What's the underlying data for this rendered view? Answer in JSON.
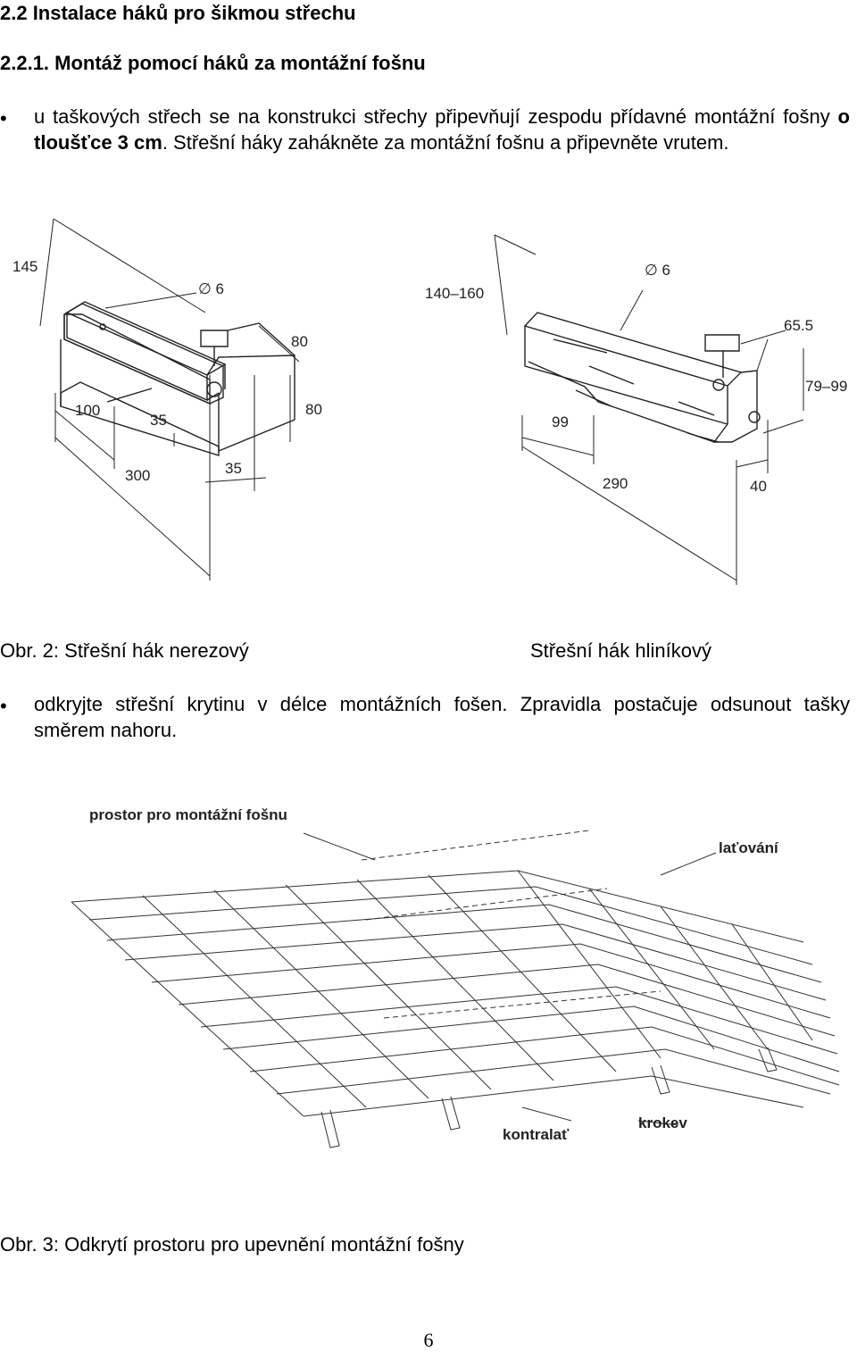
{
  "headings": {
    "section": "2.2 Instalace háků pro šikmou střechu",
    "subsection": "2.2.1. Montáž pomocí háků za montážní fošnu"
  },
  "bullet1": {
    "text_a": "u taškových střech se na konstrukci střechy připevňují zespodu přídavné montážní fošny ",
    "text_bold": "o tloušťce 3 cm",
    "text_b": ". Střešní háky zahákněte za montážní fošnu a připevněte vrutem."
  },
  "figure2": {
    "left_dims": {
      "d145": "145",
      "d6": "∅ 6",
      "d80a": "80",
      "d80b": "80",
      "d100": "100",
      "d35a": "35",
      "d35b": "35",
      "d300": "300"
    },
    "right_dims": {
      "d140": "140–160",
      "d6": "∅ 6",
      "d655": "65.5",
      "d7999": "79–99",
      "d99": "99",
      "d290": "290",
      "d40": "40"
    },
    "caption_left": "Obr. 2: Střešní hák nerezový",
    "caption_right": "Střešní hák hliníkový"
  },
  "bullet2": {
    "text": "odkryjte střešní krytinu v délce montážních fošen. Zpravidla postačuje odsunout tašky směrem nahoru."
  },
  "figure3": {
    "label_space": "prostor pro montážní fošnu",
    "label_latovani": "laťování",
    "label_krokev": "krokev",
    "label_kontralat": "kontralať",
    "caption": "Obr. 3: Odkrytí prostoru pro upevnění montážní fošny"
  },
  "page_number": "6"
}
